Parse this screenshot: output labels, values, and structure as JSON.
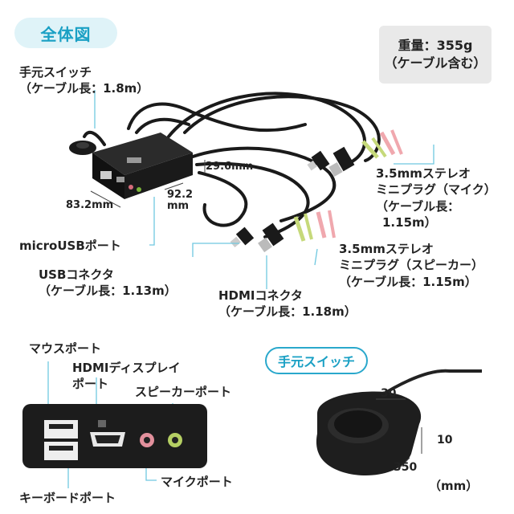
{
  "header": {
    "title": "全体図"
  },
  "weight": {
    "line1": "重量：355g",
    "line2": "（ケーブル含む）"
  },
  "labels": {
    "hand_switch_1": "手元スイッチ",
    "hand_switch_2": "（ケーブル長：1.8m）",
    "mic_plug_1": "3.5mmステレオ",
    "mic_plug_2": "ミニプラグ（マイク）",
    "mic_plug_3": "（ケーブル長：",
    "mic_plug_4": "1.15m）",
    "spk_plug_1": "3.5mmステレオ",
    "spk_plug_2": "ミニプラグ（スピーカー）",
    "spk_plug_3": "（ケーブル長：1.15m）",
    "microusb": "microUSBポート",
    "usb_conn_1": "USBコネクタ",
    "usb_conn_2": "（ケーブル長：1.13m）",
    "hdmi_conn_1": "HDMIコネクタ",
    "hdmi_conn_2": "（ケーブル長：1.18m）",
    "mouse_port": "マウスポート",
    "hdmi_port_1": "HDMIディスプレイ",
    "hdmi_port_2": "ポート",
    "speaker_port": "スピーカーポート",
    "keyboard_port": "キーボードポート",
    "mic_port": "マイクポート"
  },
  "dimensions": {
    "width": "83.2mm",
    "depth_1": "92.2",
    "depth_2": "mm",
    "height": "29.6mm",
    "sw_width": "30",
    "sw_height": "10",
    "sw_depth": "350",
    "sw_unit": "（mm）"
  },
  "switch_section": {
    "title": "手元スイッチ"
  },
  "colors": {
    "accent": "#1aa0c4",
    "pill_bg": "#dff3f8",
    "device": "#1c1c1c",
    "guide": "#6fc8e0"
  }
}
